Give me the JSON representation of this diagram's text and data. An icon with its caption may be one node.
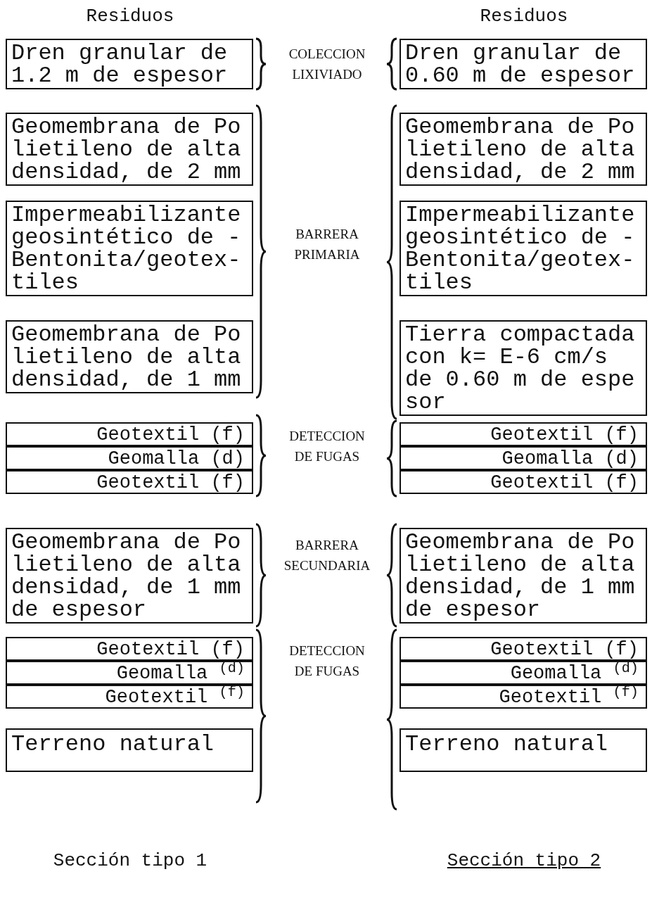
{
  "diagram": {
    "nodes": [
      {
        "text": [
          "Dren granular de 1.2 m de espesor"
        ]
      },
      {
        "text": [
          "Geomembrana de Po lietileno de alta densidad, de 2 mm"
        ]
      },
      {
        "text": [
          "Impermeabilizante geosintético de - Bentonita/geotex- tiles"
        ]
      },
      {
        "text": [
          "Geomembrana de Po lietileno de alta densidad, de 1 mm"
        ]
      },
      {
        "text": [
          "Geotextil (f)"
        ]
      },
      {
        "text": [
          "Geomalla (d)"
        ]
      },
      {
        "text": [
          "Geotextil (f)"
        ]
      },
      {
        "text": [
          "Geomembrana de Po lietileno de alta densidad, de 1 mm de espesor"
        ]
      },
      {
        "text": [
          "Geotextil (f)"
        ]
      },
      {
        "text": [
          "Geomalla $^{(d)}$"
        ]
      },
      {
        "text": [
          "Geotextil $^{(f)}$"
        ]
      },
      {
        "text": [
          "Terreno natural"
        ]
      },
      {
        "text": [
          "Dren granular de 0.60 m de espesor"
        ]
      },
      {
        "text": [
          "Geomembrana de Po lietileno de alta densidad, de 2 mm"
        ]
      },
      {
        "text": [
          "Impermeabilizante geosintético de - Bentonita/geotex- tiles"
        ]
      },
      {
        "text": [
          "Tierra compactada con k= E-6 cm/s de 0.60 m de espe sor"
        ]
      },
      {
        "text": [
          "Geotextil (f)"
        ]
      },
      {
        "text": [
          "Geomalla (d)"
        ]
      },
      {
        "text": [
          "Geotextil (f)"
        ]
      },
      {
        "text": [
          "Geomembrana de Po lietileno de alta densidad, de 1 mm de espesor"
        ]
      },
      {
        "text": [
          "Geotextil (f)"
        ]
      },
      {
        "text": [
          "Geomalla $^{(d)}$"
        ]
      },
      {
        "text": [
          "Geotextil $^{(f)}$"
        ]
      },
      {
        "text": [
          "Terreno natural"
        ]
      }
    ],
    "labels": [
      "Residuos",
      "Residuos",
      "COLECCION LIXIVIADO",
      "BARRERA PRIMARIA",
      "DETECCION DE FUGAS",
      "BARRERA SECUNDARIA",
      "DETECCION DE FUGAS",
      "Sección tipo 1",
      "Sección tipo 2"
    ]
  }
}
